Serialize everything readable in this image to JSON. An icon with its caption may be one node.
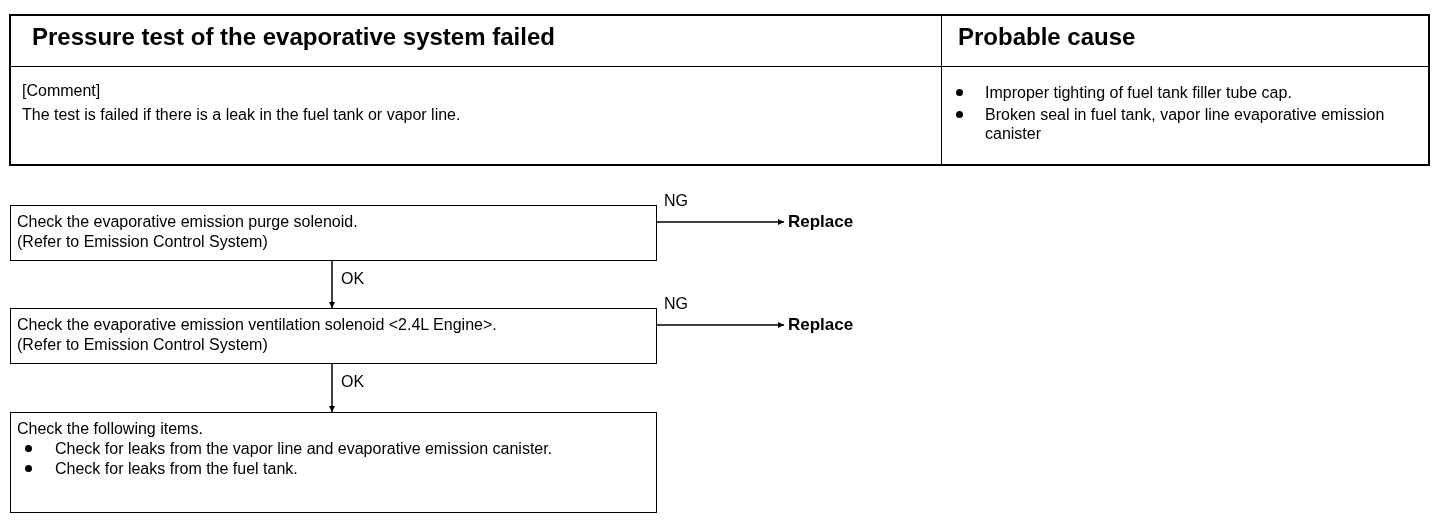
{
  "diagram": {
    "nodes": [
      {
        "text": [
          "Check the evaporative emission purge solenoid.",
          "(Refer to Emission Control System)"
        ]
      },
      {
        "text": [
          "Replace"
        ]
      },
      {
        "text": [
          "Check the evaporative emission ventilation solenoid <2.4L Engine>.",
          "(Refer to Emission Control System)"
        ]
      },
      {
        "text": [
          "Replace"
        ]
      },
      {
        "text": [
          "Check the following items.",
          "Check for leaks from the vapor line and evaporative emission canister.",
          "Check for leaks from the fuel tank."
        ]
      }
    ],
    "edges": [
      {
        "from": 0,
        "to": 1,
        "arrow": "to",
        "label": "NG"
      },
      {
        "from": 0,
        "to": 2,
        "arrow": "to",
        "label": "OK"
      },
      {
        "from": 2,
        "to": 3,
        "arrow": "to",
        "label": "NG"
      },
      {
        "from": 2,
        "to": 4,
        "arrow": "to",
        "label": "OK"
      }
    ],
    "labels": [
      "Pressure test of the evaporative system failed",
      "Probable cause",
      "[Comment]",
      "The test is failed if there is a leak in the fuel tank or vapor line.",
      "Improper tighting of fuel tank filler tube cap.",
      "Broken seal in fuel tank, vapor line evaporative emission canister"
    ]
  }
}
